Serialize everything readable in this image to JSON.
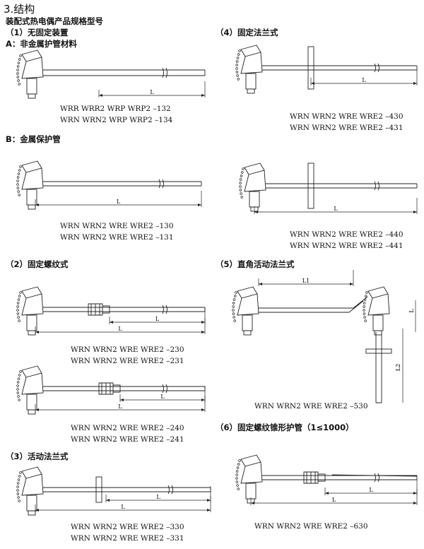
{
  "title": "3.结构",
  "subtitle": "装配式热电偶产品规格型号",
  "sections": {
    "s1": "（1）无固定装置",
    "s1a": "A：非金属护管材料",
    "s1b": "B：金属保护管",
    "s2": "（2）固定螺纹式",
    "s3": "（3）活动法兰式",
    "s4": "（4）固定法兰式",
    "s5": "（5）直角活动法兰式",
    "s6": "（6）固定螺纹锥形护管（1≤1000）"
  },
  "dim_labels": {
    "L": "L",
    "L1": "L1",
    "L2": "L2"
  },
  "codes": {
    "d1": [
      "WRR WRR2 WRP WRP2 –132",
      "WRN WRN2 WRP WRP2 –134"
    ],
    "d2": [
      "WRN WRN2 WRE WRE2 –130",
      "WRN WRN2 WRE WRE2 –131"
    ],
    "d3": [
      "WRN WRN2 WRE WRE2 –230",
      "WRN WRN2 WRE WRE2 –231"
    ],
    "d4": [
      "WRN WRN2 WRE WRE2 –240",
      "WRN WRN2 WRE WRE2 –241"
    ],
    "d5": [
      "WRN WRN2 WRE WRE2 –330",
      "WRN WRN2 WRE WRE2 –331"
    ],
    "r1": [
      "WRN WRN2 WRE WRE2 –430",
      "WRN WRN2 WRE WRE2 –431"
    ],
    "r2": [
      "WRN WRN2 WRE WRE2 –440",
      "WRN WRN2 WRE WRE2 –441"
    ],
    "r3": [
      "WRN WRN2 WRE WRE2 –530"
    ],
    "r4": [
      "WRN WRN2 WRE WRE2 –630"
    ]
  }
}
